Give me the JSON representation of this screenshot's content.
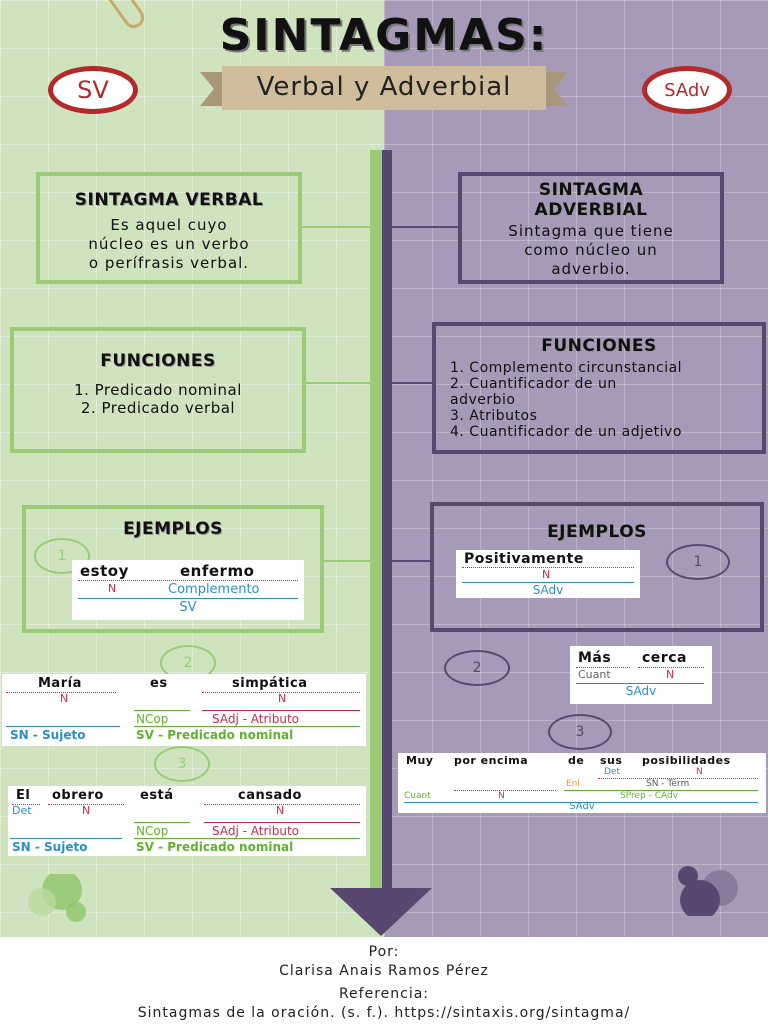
{
  "header": {
    "title": "SINTAGMAS:",
    "subtitle": "Verbal y Adverbial",
    "badge_left": "SV",
    "badge_right": "SAdv"
  },
  "left": {
    "def_title": "SINTAGMA VERBAL",
    "def_text": [
      "Es aquel cuyo",
      "núcleo es un verbo",
      "o perífrasis verbal."
    ],
    "func_title": "FUNCIONES",
    "functions": [
      "1. Predicado nominal",
      "2. Predicado verbal"
    ],
    "examples_title": "EJEMPLOS",
    "ex1": {
      "num": "1",
      "w1": "estoy",
      "w2": "enfermo",
      "l1": "N",
      "l2": "Complemento",
      "phrase": "SV"
    },
    "ex2": {
      "num": "2",
      "w1": "María",
      "w2": "es",
      "w3": "simpática",
      "n1": "N",
      "n3": "N",
      "cop": "NCop",
      "sadj": "SAdj - Atributo",
      "sn": "SN - Sujeto",
      "sv": "SV - Predicado nominal"
    },
    "ex3": {
      "num": "3",
      "w1": "El",
      "w2": "obrero",
      "w3": "está",
      "w4": "cansado",
      "det": "Det",
      "n2": "N",
      "n4": "N",
      "cop": "NCop",
      "sadj": "SAdj - Atributo",
      "sn": "SN - Sujeto",
      "sv": "SV - Predicado nominal"
    }
  },
  "right": {
    "def_title": "SINTAGMA ADVERBIAL",
    "def_title_lines": [
      "SINTAGMA",
      "ADVERBIAL"
    ],
    "def_text": [
      "Sintagma que tiene",
      "como núcleo un",
      "adverbio."
    ],
    "func_title": "FUNCIONES",
    "functions": [
      "1. Complemento circunstancial",
      "2. Cuantificador de un",
      "adverbio",
      "3. Atributos",
      "4. Cuantificador de un adjetivo"
    ],
    "examples_title": "EJEMPLOS",
    "ex1": {
      "num": "1",
      "w": "Positivamente",
      "l": "N",
      "phrase": "SAdv"
    },
    "ex2": {
      "num": "2",
      "w1": "Más",
      "w2": "cerca",
      "l1": "Cuant",
      "l2": "N",
      "phrase": "SAdv"
    },
    "ex3": {
      "num": "3",
      "w1": "Muy",
      "w2": "por encima",
      "w3": "de",
      "w4": "sus",
      "w5": "posibilidades",
      "det": "Det",
      "n5": "N",
      "enl": "Enl",
      "snt": "SN - Térm",
      "cuant": "Cuant",
      "n2": "N",
      "sprep": "SPrep - CAdv",
      "phrase": "SAdv"
    }
  },
  "footer": {
    "by_label": "Por:",
    "author": "Clarisa Anais Ramos Pérez",
    "ref_label": "Referencia:",
    "ref": "Sintagmas de la oración. (s. f.). https://sintaxis.org/sintagma/"
  },
  "colors": {
    "green": "#9ccb78",
    "purple": "#5a4770",
    "red": "#b22a2a"
  }
}
